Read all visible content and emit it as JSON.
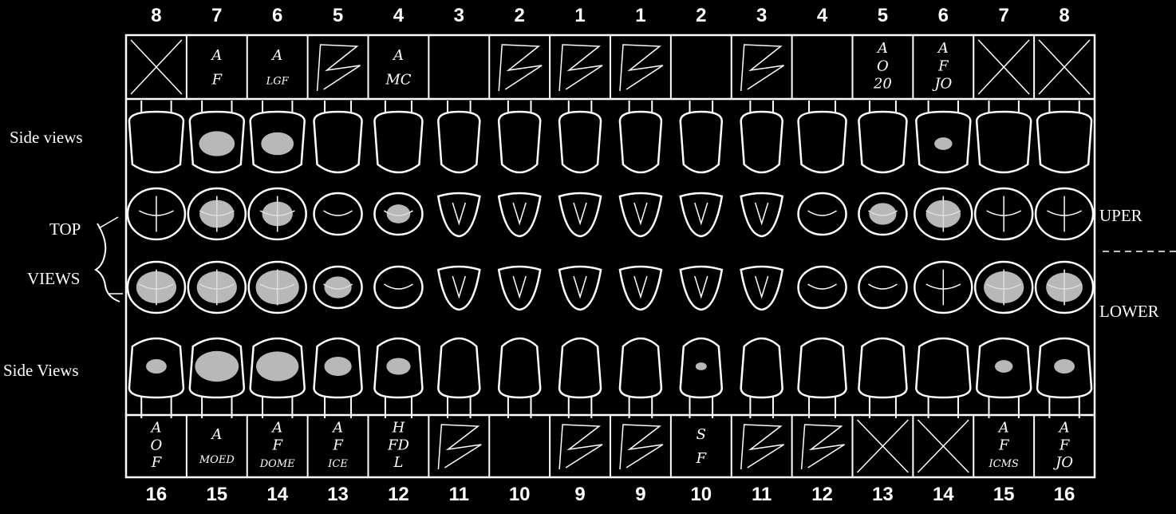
{
  "top_numbers": [
    "8",
    "7",
    "6",
    "5",
    "4",
    "3",
    "2",
    "1",
    "1",
    "2",
    "3",
    "4",
    "5",
    "6",
    "7",
    "8"
  ],
  "bottom_numbers": [
    "16",
    "15",
    "14",
    "13",
    "12",
    "11",
    "10",
    "9",
    "9",
    "10",
    "11",
    "12",
    "13",
    "14",
    "15",
    "16"
  ],
  "labels": {
    "side_views_upper": "Side views",
    "top": "TOP",
    "views": "VIEWS",
    "side_views_lower": "Side Views",
    "upper": "UPER",
    "lower": "LOWER"
  },
  "upper_boxes": [
    {
      "mark": "cross",
      "notes": []
    },
    {
      "mark": "",
      "notes": [
        "A",
        "F"
      ]
    },
    {
      "mark": "",
      "notes": [
        "A",
        "LGF"
      ]
    },
    {
      "mark": "scribble",
      "notes": []
    },
    {
      "mark": "",
      "notes": [
        "A",
        "MC"
      ]
    },
    {
      "mark": "",
      "notes": []
    },
    {
      "mark": "scribble",
      "notes": []
    },
    {
      "mark": "scribble",
      "notes": []
    },
    {
      "mark": "scribble",
      "notes": []
    },
    {
      "mark": "",
      "notes": []
    },
    {
      "mark": "scribble",
      "notes": []
    },
    {
      "mark": "",
      "notes": []
    },
    {
      "mark": "",
      "notes": [
        "A",
        "O",
        "20"
      ]
    },
    {
      "mark": "",
      "notes": [
        "A",
        "F",
        "JO"
      ]
    },
    {
      "mark": "cross",
      "notes": []
    },
    {
      "mark": "cross",
      "notes": []
    }
  ],
  "lower_boxes": [
    {
      "mark": "",
      "notes": [
        "A",
        "O",
        "F"
      ]
    },
    {
      "mark": "",
      "notes": [
        "A",
        "MOED"
      ]
    },
    {
      "mark": "",
      "notes": [
        "A",
        "F",
        "DOME"
      ]
    },
    {
      "mark": "",
      "notes": [
        "A",
        "F",
        "ICE"
      ]
    },
    {
      "mark": "",
      "notes": [
        "H",
        "FD",
        "L"
      ]
    },
    {
      "mark": "scribble",
      "notes": []
    },
    {
      "mark": "",
      "notes": []
    },
    {
      "mark": "scribble",
      "notes": []
    },
    {
      "mark": "scribble",
      "notes": []
    },
    {
      "mark": "",
      "notes": [
        "S",
        "F"
      ]
    },
    {
      "mark": "scribble",
      "notes": []
    },
    {
      "mark": "scribble",
      "notes": []
    },
    {
      "mark": "cross",
      "notes": []
    },
    {
      "mark": "cross",
      "notes": []
    },
    {
      "mark": "",
      "notes": [
        "A",
        "F",
        "ICMS"
      ]
    },
    {
      "mark": "",
      "notes": [
        "A",
        "F",
        "JO"
      ]
    }
  ],
  "teeth": {
    "upper_side_fill": [
      0,
      0.6,
      0.5,
      0,
      0,
      0,
      0,
      0,
      0,
      0,
      0,
      0,
      0,
      0.15,
      0,
      0
    ],
    "upper_top_fill": [
      0,
      0.45,
      0.35,
      0,
      0.3,
      0,
      0,
      0,
      0,
      0,
      0,
      0,
      0.4,
      0.45,
      0,
      0
    ],
    "lower_top_fill": [
      0.6,
      0.6,
      0.7,
      0.4,
      0,
      0,
      0,
      0,
      0,
      0,
      0,
      0,
      0,
      0,
      0.6,
      0.5
    ],
    "lower_side_fill": [
      0.2,
      0.9,
      0.85,
      0.45,
      0.35,
      0,
      0,
      0,
      0,
      0.1,
      0,
      0,
      0,
      0,
      0.15,
      0.2
    ]
  },
  "colors": {
    "background": "#000000",
    "ink": "#ffffff",
    "filled": "#d8d8d8"
  }
}
